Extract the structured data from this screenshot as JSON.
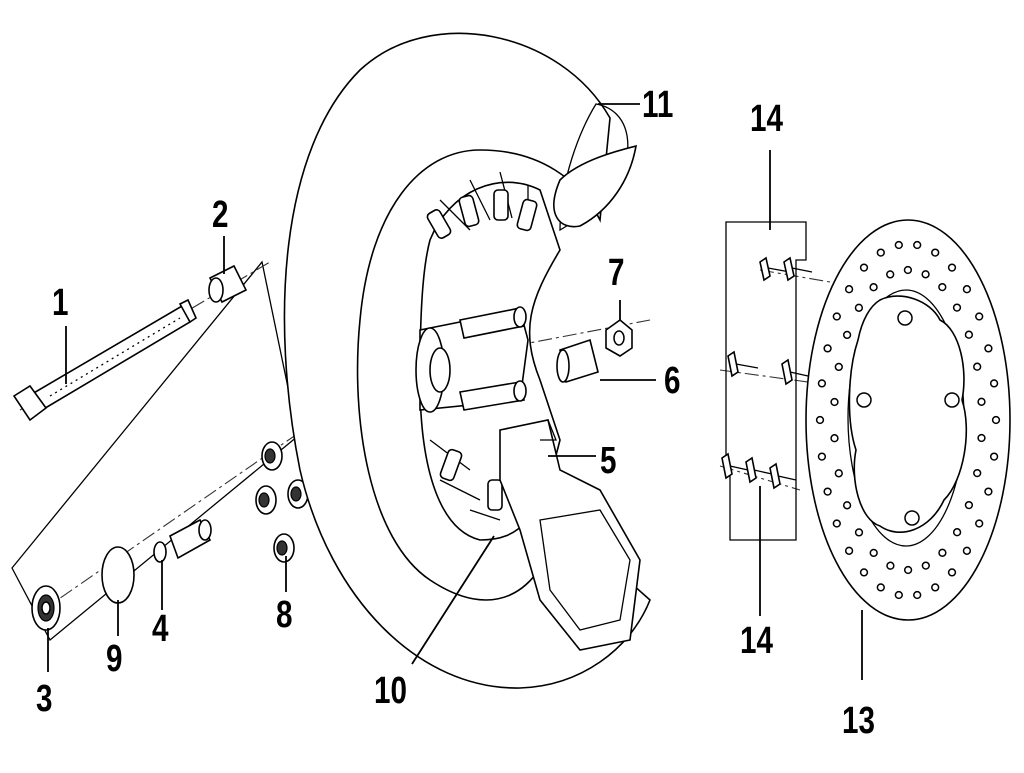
{
  "diagram": {
    "callouts": [
      {
        "id": "1",
        "label": "1"
      },
      {
        "id": "2",
        "label": "2"
      },
      {
        "id": "3",
        "label": "3"
      },
      {
        "id": "4",
        "label": "4"
      },
      {
        "id": "5",
        "label": "5"
      },
      {
        "id": "6",
        "label": "6"
      },
      {
        "id": "7",
        "label": "7"
      },
      {
        "id": "8",
        "label": "8"
      },
      {
        "id": "9",
        "label": "9"
      },
      {
        "id": "10",
        "label": "10"
      },
      {
        "id": "11",
        "label": "11"
      },
      {
        "id": "13",
        "label": "13"
      },
      {
        "id": "14a",
        "label": "14"
      },
      {
        "id": "14b",
        "label": "14"
      }
    ]
  }
}
